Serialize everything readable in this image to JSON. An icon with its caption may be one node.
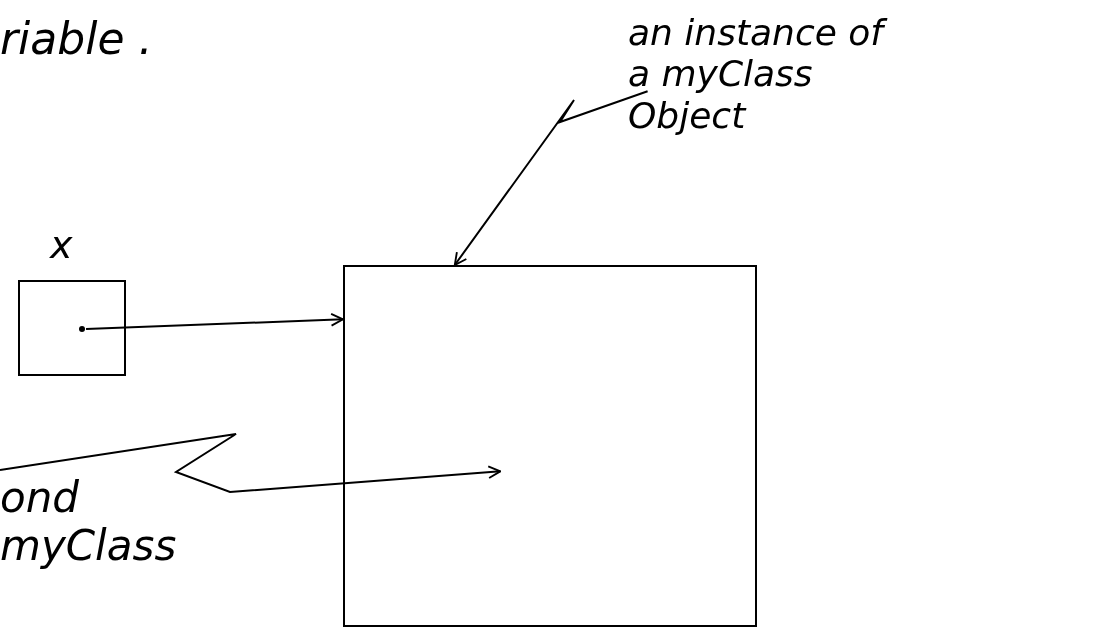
{
  "diagram": {
    "nodes": [
      {
        "text": [
          "an instance of a myClass Object"
        ]
      },
      {
        "text": [],
        "shape": "box"
      },
      {
        "text": [
          "x"
        ]
      },
      {
        "text": [
          "ond myClass"
        ]
      }
    ],
    "edges": [
      {
        "from": 0,
        "to": 1,
        "arrow": "to"
      },
      {
        "from": 2,
        "to": 1,
        "arrow": "to"
      },
      {
        "from": 3,
        "to": 1,
        "arrow": "to"
      }
    ],
    "labels": [
      "riable ."
    ]
  }
}
